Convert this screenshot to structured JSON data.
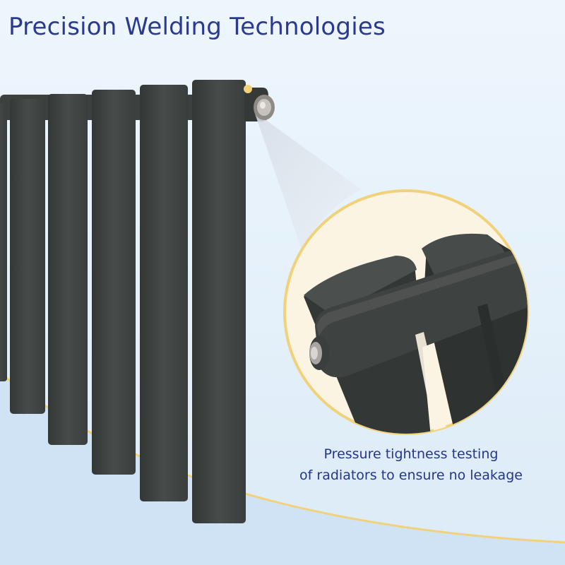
{
  "headline": "Precision Welding Technologies",
  "caption": {
    "line1": "Pressure tightness testing",
    "line2": "of radiators to ensure no leakage"
  },
  "colors": {
    "background": "#e8f3fb",
    "headline_text": "#2b3a8f",
    "caption_text": "#24368c",
    "radiator": "#3f4341",
    "accent_gold": "#f1d27a",
    "zoom_circle_fill": "#fbf4e3"
  },
  "icons": [
    "radiator-illustration",
    "magnifier-callout",
    "pipe-fitting-icon"
  ]
}
